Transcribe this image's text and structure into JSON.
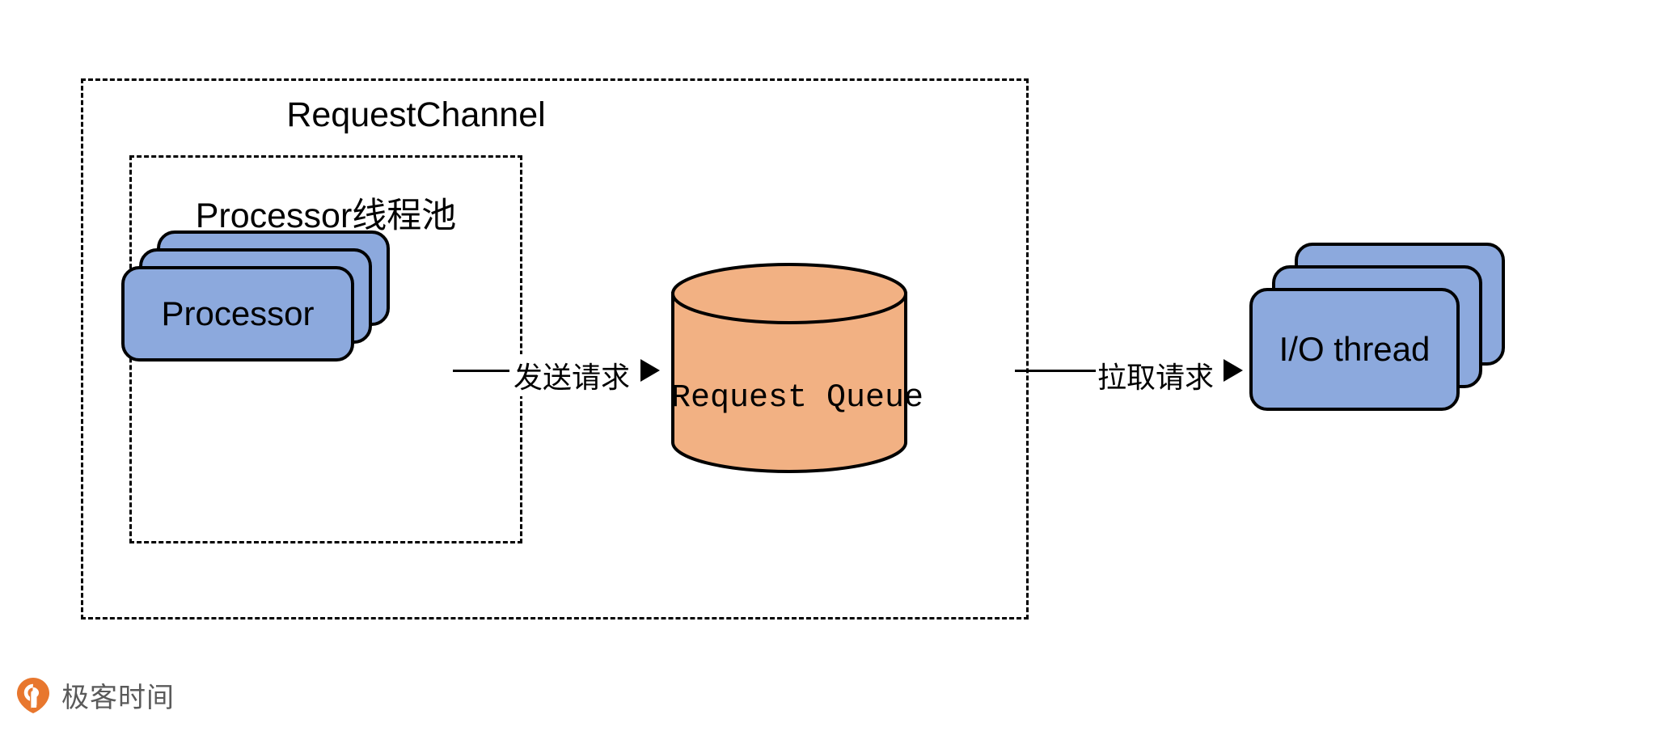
{
  "diagram": {
    "type": "architecture-flow",
    "background": "#ffffff",
    "outer_group": {
      "title": "RequestChannel",
      "border_style": "dashed"
    },
    "processor_pool": {
      "title": "Processor线程池",
      "border_style": "dashed",
      "node_label": "Processor",
      "stack_count": 3,
      "fill": "#8CA9DD",
      "stroke": "#000000"
    },
    "request_queue": {
      "label": "Request Queue",
      "shape": "cylinder",
      "fill": "#F2B183",
      "stroke": "#000000"
    },
    "io_threads": {
      "node_label": "I/O thread",
      "stack_count": 3,
      "fill": "#8CA9DD",
      "stroke": "#000000"
    },
    "edges": [
      {
        "id": "send",
        "label": "发送请求",
        "from": "Processor",
        "to": "Request Queue",
        "direction": "right"
      },
      {
        "id": "pull",
        "label": "拉取请求",
        "from": "Request Queue",
        "to": "I/O thread",
        "direction": "right"
      }
    ]
  },
  "watermark": {
    "text": "极客时间",
    "icon": "location-pin-icon",
    "icon_color": "#E8772E",
    "text_color": "#5a5a5a"
  }
}
